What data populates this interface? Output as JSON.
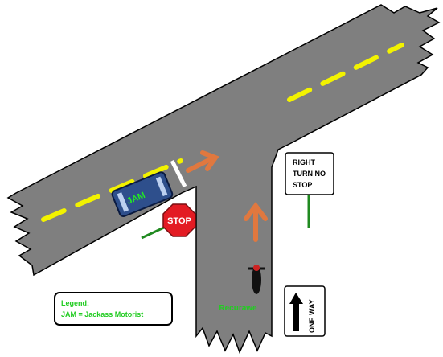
{
  "car": {
    "label": "JAM"
  },
  "stop_sign": {
    "label": "STOP"
  },
  "right_turn_sign": {
    "line1": "RIGHT",
    "line2": "TURN NO",
    "line3": "STOP"
  },
  "one_way_sign": {
    "label": "ONE WAY"
  },
  "motorcycle": {
    "label": "Recurawe"
  },
  "legend": {
    "title": "Legend:",
    "entry": "JAM = Jackass Motorist"
  },
  "colors": {
    "road": "#7f7f7f",
    "center_line": "#f2f200",
    "arrow": "#e0783f",
    "car": "#2e4f8c",
    "stop_red": "#e31b23",
    "post_green": "#208a20",
    "legend_text": "#22cc22"
  }
}
